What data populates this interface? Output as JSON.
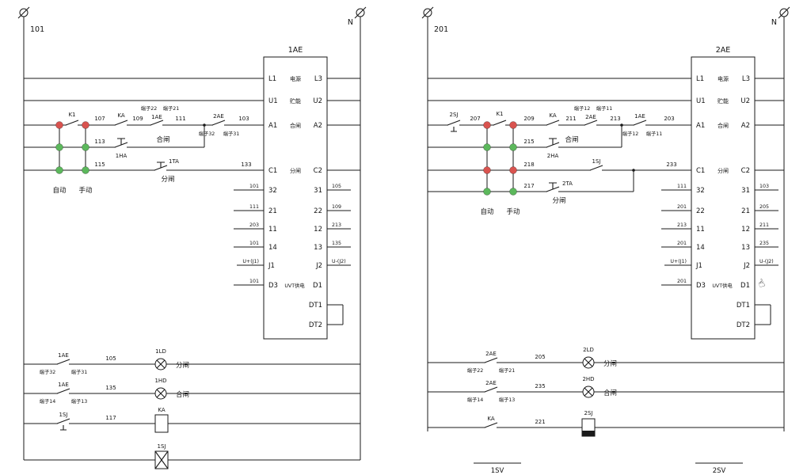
{
  "colors": {
    "red": "#d9534f",
    "green": "#5cb85c"
  },
  "cursor": "☝",
  "left": {
    "phase": "101",
    "neutral": "N",
    "selector": {
      "k1": "K1",
      "auto": "自动",
      "manual": "手动",
      "w107": "107",
      "ka": "KA",
      "w109": "109",
      "c1ae": "1AE",
      "tz22": "端子22",
      "tz21": "端子21",
      "w111": "111",
      "c2ae": "2AE",
      "tz32": "端子32",
      "tz31": "端子31",
      "w103": "103",
      "w113": "113",
      "b1ha": "1HA",
      "close": "合闸",
      "w115": "115",
      "b1ta": "1TA",
      "open": "分闸",
      "w133": "133"
    },
    "block": {
      "title": "1AE",
      "rows": [
        {
          "l": "L1",
          "m": "电源",
          "r": "L3"
        },
        {
          "l": "U1",
          "m": "贮能",
          "r": "U2"
        },
        {
          "l": "A1",
          "m": "合闸",
          "r": "A2"
        },
        {
          "l": "C1",
          "m": "分闸",
          "r": "C2"
        },
        {
          "l": "32",
          "r": "31"
        },
        {
          "l": "21",
          "r": "22"
        },
        {
          "l": "11",
          "r": "12"
        },
        {
          "l": "14",
          "r": "13"
        },
        {
          "l": "J1",
          "r": "J2"
        },
        {
          "l": "D3",
          "m": "UVT供电",
          "r": "D1"
        },
        {
          "r": "DT1"
        },
        {
          "r": "DT2"
        }
      ],
      "stubs_left": [
        "101",
        "111",
        "203",
        "101",
        "U+(J1)",
        "101"
      ],
      "stubs_right": [
        "105",
        "109",
        "213",
        "135",
        "U-(J2)"
      ]
    },
    "bottom": {
      "c1": "1AE",
      "c1_tl": "端子32",
      "c1_tr": "端子31",
      "w105": "105",
      "lamp1": "1LD",
      "lamp1_label": "分闸",
      "c2": "1AE",
      "c2_tl": "端子14",
      "c2_tr": "端子13",
      "w135": "135",
      "lamp2": "1HD",
      "lamp2_label": "合闸",
      "c3": "1SJ",
      "w117": "117",
      "coil": "KA",
      "coil2": "1SJ"
    }
  },
  "right": {
    "phase": "201",
    "neutral": "N",
    "selector": {
      "sj": "2SJ",
      "w207": "207",
      "k1": "K1",
      "auto": "自动",
      "manual": "手动",
      "w209": "209",
      "ka": "KA",
      "w211": "211",
      "c2ae": "2AE",
      "tz12a": "端子12",
      "tz11a": "端子11",
      "w213": "213",
      "c1ae": "1AE",
      "tz12b": "端子12",
      "tz11b": "端子11",
      "w203": "203",
      "w215": "215",
      "b2ha": "2HA",
      "close": "合闸",
      "w218": "218",
      "sj1": "1SJ",
      "w233": "233",
      "w217": "217",
      "b2ta": "2TA",
      "open": "分闸"
    },
    "block": {
      "title": "2AE",
      "rows": [
        {
          "l": "L1",
          "m": "电源",
          "r": "L3"
        },
        {
          "l": "U1",
          "m": "贮能",
          "r": "U2"
        },
        {
          "l": "A1",
          "m": "合闸",
          "r": "A2"
        },
        {
          "l": "C1",
          "m": "分闸",
          "r": "C2"
        },
        {
          "l": "32",
          "r": "31"
        },
        {
          "l": "22",
          "r": "21"
        },
        {
          "l": "11",
          "r": "12"
        },
        {
          "l": "14",
          "r": "13"
        },
        {
          "l": "J1",
          "r": "J2"
        },
        {
          "l": "D3",
          "m": "UVT供电",
          "r": "D1"
        },
        {
          "r": "DT1"
        },
        {
          "r": "DT2"
        }
      ],
      "stubs_left": [
        "111",
        "201",
        "213",
        "201",
        "U+(J1)",
        "201"
      ],
      "stubs_right": [
        "103",
        "205",
        "211",
        "235",
        "U-(J2)"
      ]
    },
    "bottom": {
      "c1": "2AE",
      "c1_tl": "端子22",
      "c1_tr": "端子21",
      "w205": "205",
      "lamp1": "2LD",
      "lamp1_label": "分闸",
      "c2": "2AE",
      "c2_tl": "端子14",
      "c2_tr": "端子13",
      "w235": "235",
      "lamp2": "2HD",
      "lamp2_label": "合闸",
      "c3": "KA",
      "w221": "221",
      "coil": "2SJ"
    },
    "sv1": "1SV",
    "sv2": "2SV"
  }
}
